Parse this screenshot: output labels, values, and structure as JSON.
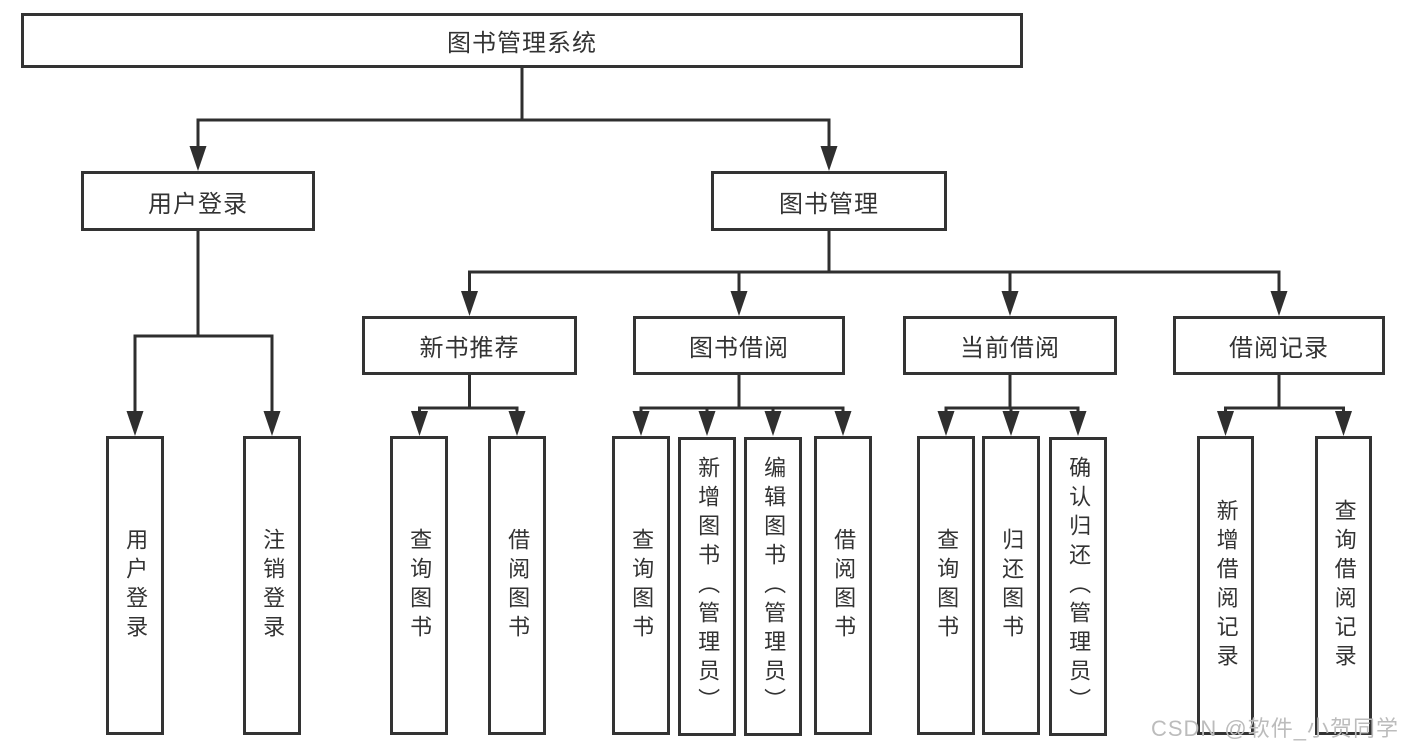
{
  "diagram": {
    "root": {
      "label": "图书管理系统"
    },
    "level2": {
      "user_login": {
        "label": "用户登录"
      },
      "book_mgmt": {
        "label": "图书管理"
      }
    },
    "level3": {
      "new_books": {
        "label": "新书推荐"
      },
      "book_borrow": {
        "label": "图书借阅"
      },
      "current_borrow": {
        "label": "当前借阅"
      },
      "borrow_records": {
        "label": "借阅记录"
      }
    },
    "leaves": {
      "user_login": [
        "用户登录",
        "注销登录"
      ],
      "new_books": [
        "查询图书",
        "借阅图书"
      ],
      "book_borrow": [
        "查询图书",
        "新增图书（管理员）",
        "编辑图书（管理员）",
        "借阅图书"
      ],
      "current_borrow": [
        "查询图书",
        "归还图书",
        "确认归还（管理员）"
      ],
      "borrow_records": [
        "新增借阅记录",
        "查询借阅记录"
      ]
    }
  },
  "watermark": {
    "text": "CSDN @软件_小贺同学"
  },
  "colors": {
    "line": "#2f2f2f",
    "box_border": "#333333",
    "text": "#333333",
    "background": "#ffffff",
    "watermark": "#bcbcbc"
  }
}
